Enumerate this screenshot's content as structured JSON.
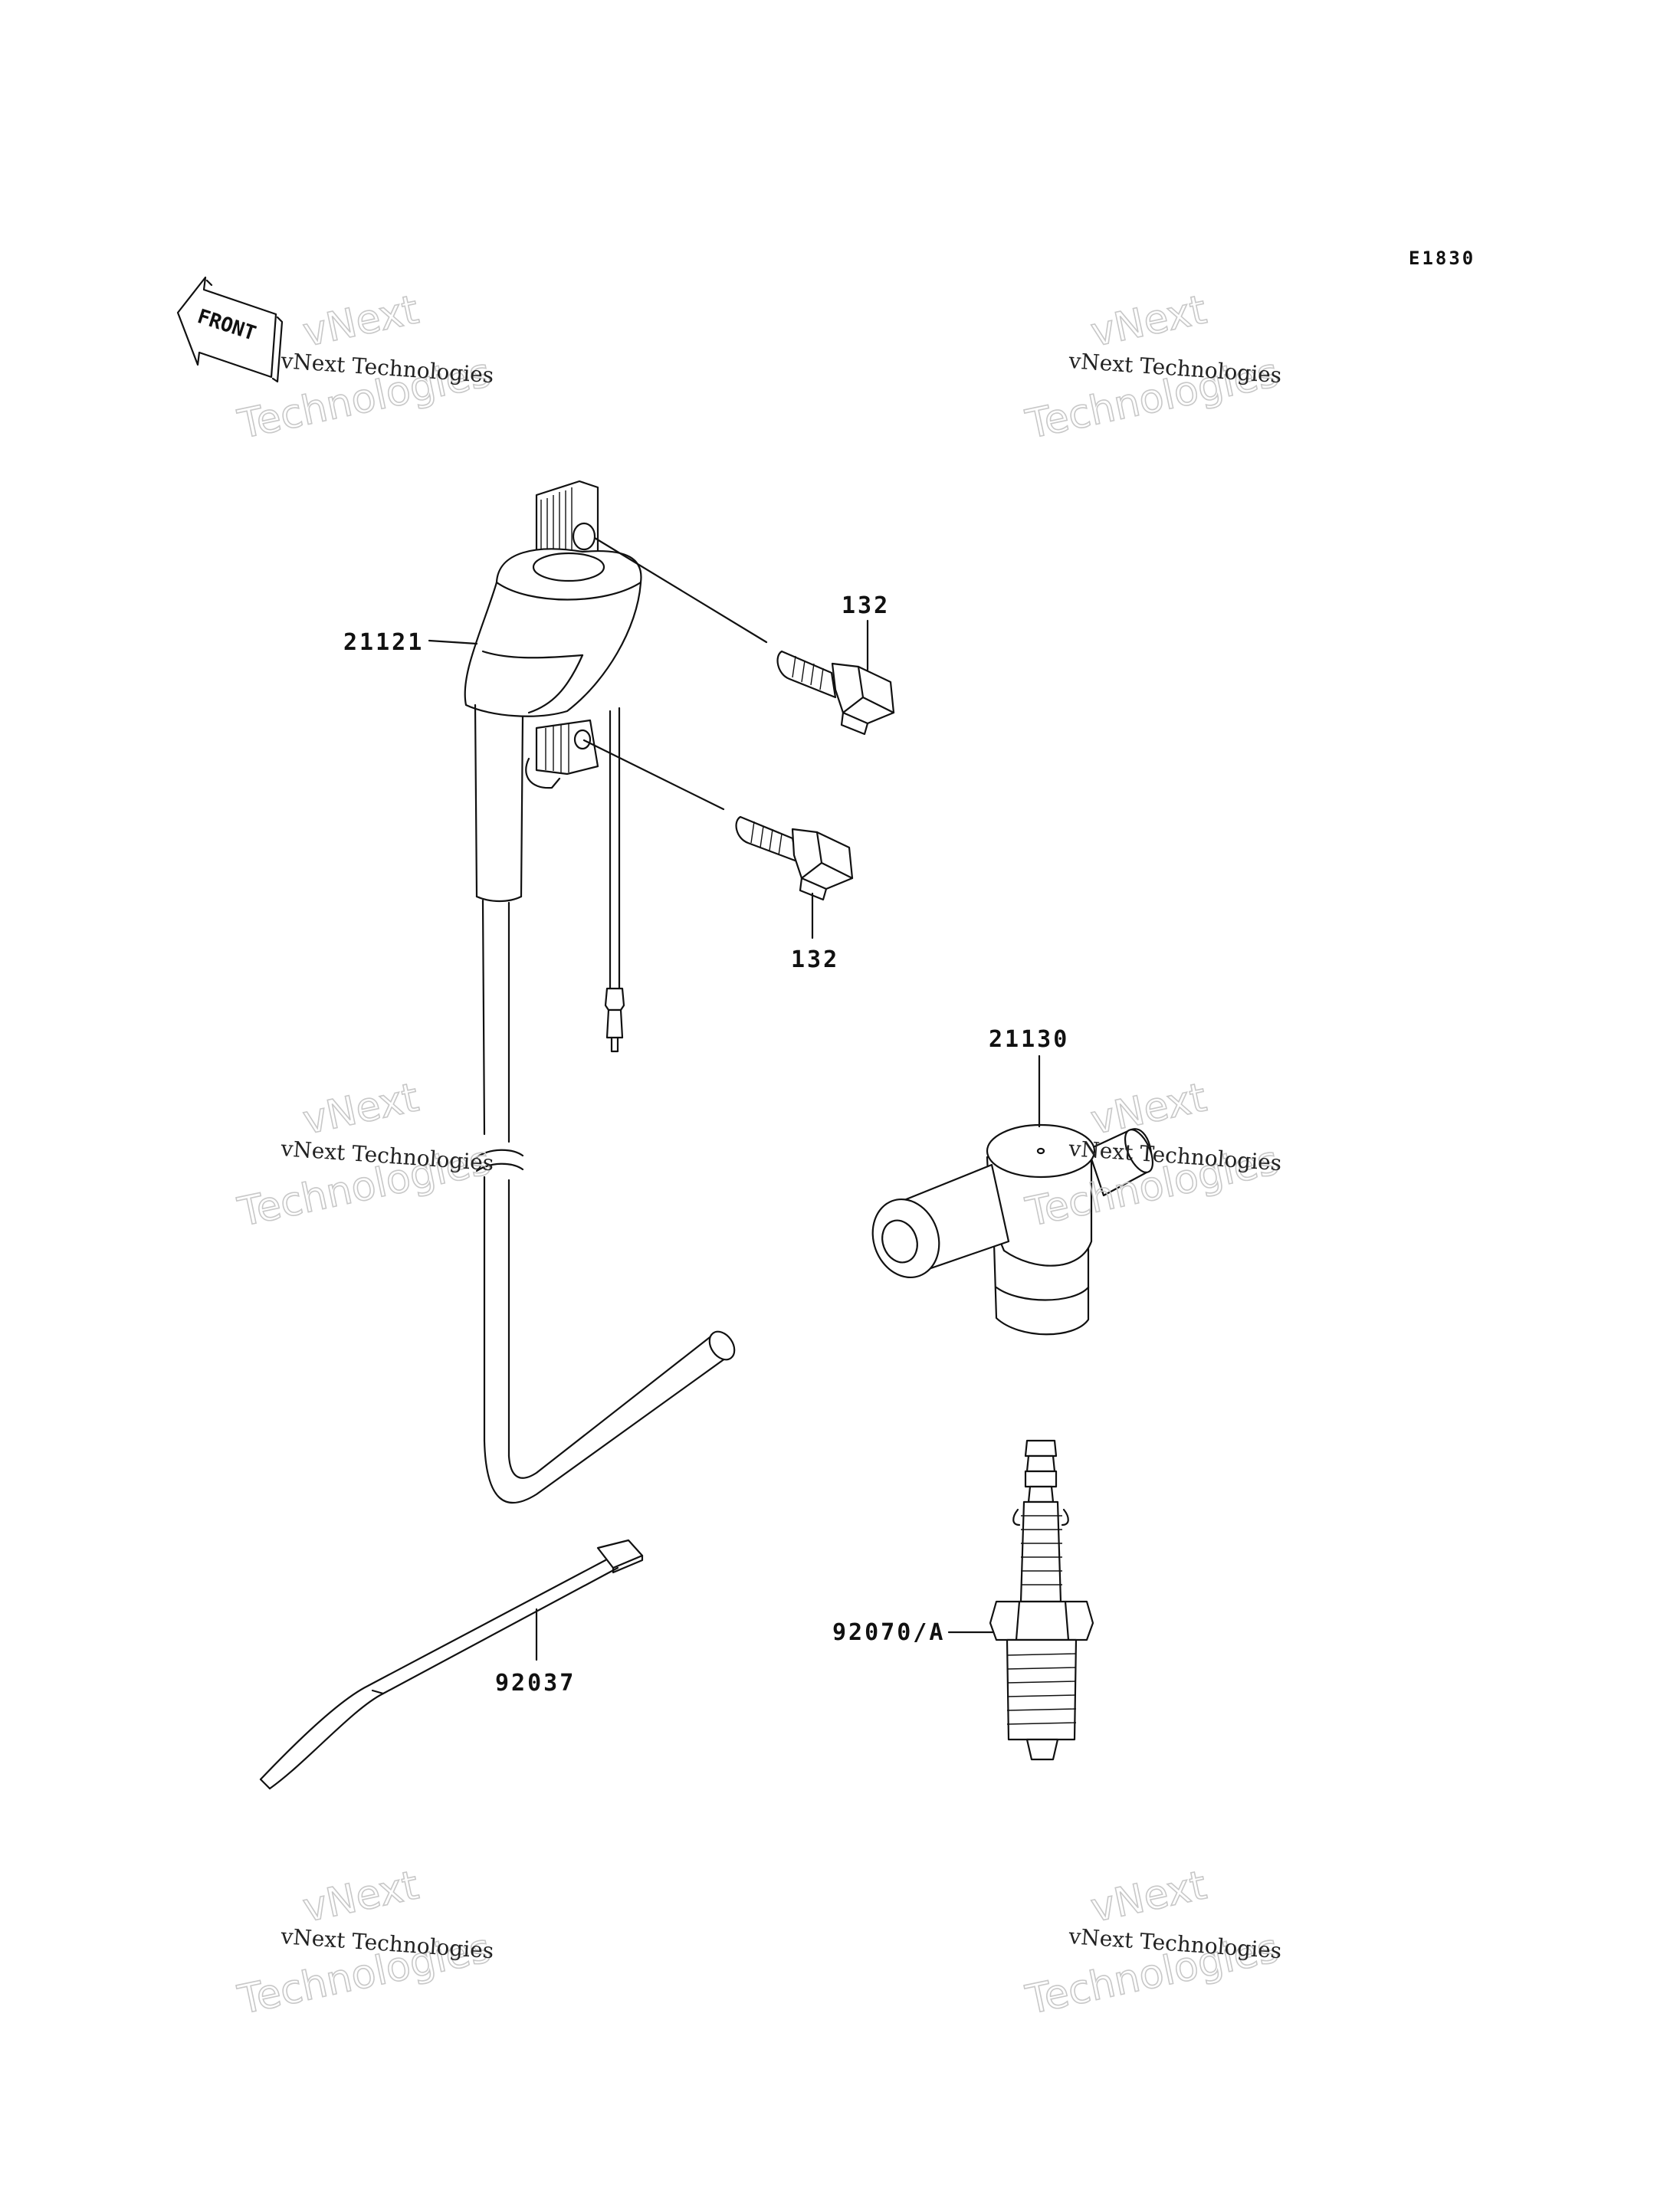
{
  "diagram_code": "E1830",
  "front_label": "FRONT",
  "parts": {
    "ignition_coil": "21121",
    "bolt_upper": "132",
    "bolt_lower": "132",
    "plug_cap": "21130",
    "cable_tie": "92037",
    "spark_plug": "92070/A"
  },
  "watermark": {
    "line": "vNext Technologies",
    "big_top": "vNext",
    "big_bottom": "Technologies"
  }
}
